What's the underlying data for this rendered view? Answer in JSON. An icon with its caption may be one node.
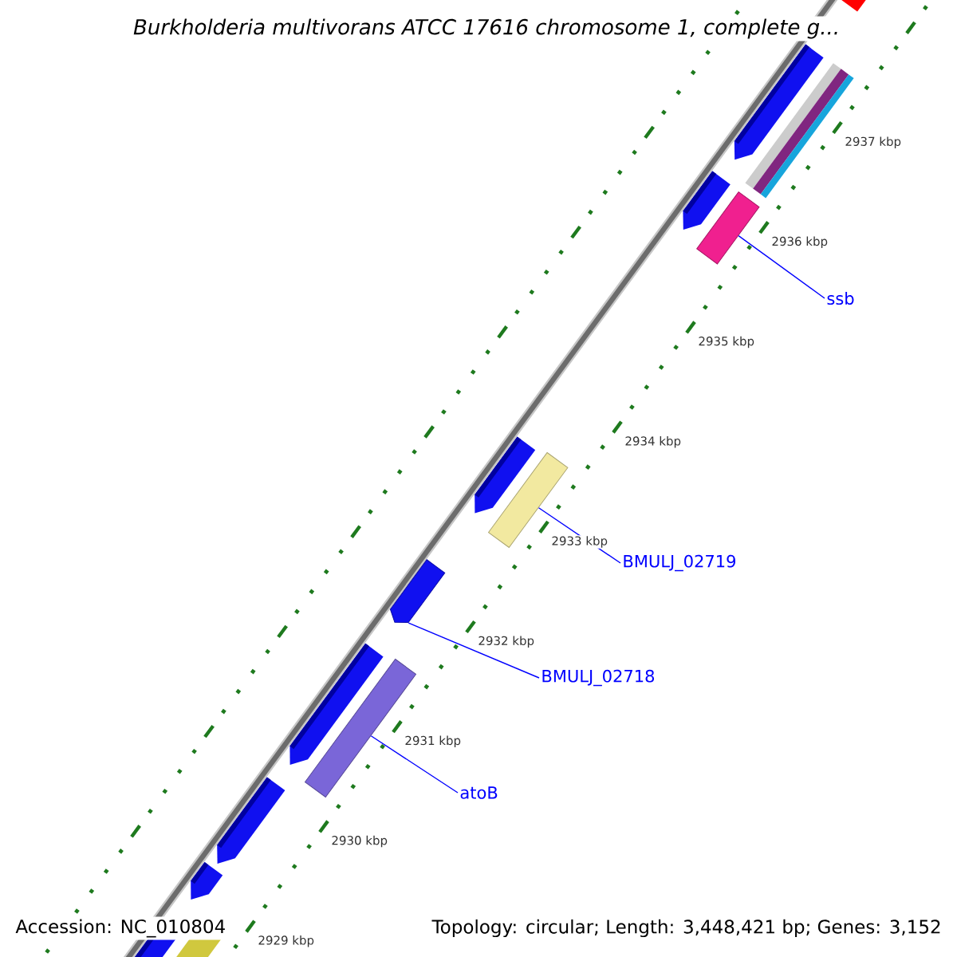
{
  "diagram": {
    "title": "Burkholderia multivorans ATCC 17616 chromosome 1, complete g...",
    "nodes": [
      {
        "text": [
          "ssb"
        ]
      },
      {
        "text": [
          "BMULJ_02719"
        ]
      },
      {
        "text": [
          "BMULJ_02718"
        ]
      },
      {
        "text": [
          "atoB"
        ]
      },
      {
        "text": [],
        "shape": "bar"
      },
      {
        "text": [],
        "shape": "bar"
      },
      {
        "text": [],
        "shape": "bar"
      },
      {
        "text": [],
        "shape": "bar"
      }
    ],
    "edges": [
      {
        "from": 0,
        "to": 4,
        "arrow": "none"
      },
      {
        "from": 1,
        "to": 5,
        "arrow": "none"
      },
      {
        "from": 2,
        "to": 6,
        "arrow": "none"
      },
      {
        "from": 3,
        "to": 7,
        "arrow": "none"
      }
    ],
    "labels": [
      "2937 kbp",
      "2936 kbp",
      "2935 kbp",
      "2934 kbp",
      "2933 kbp",
      "2932 kbp",
      "2931 kbp",
      "2930 kbp",
      "2929 kbp",
      "Accession: NC_010804",
      "Topology: circular; Length: 3,448,421 bp; Genes: 3,152"
    ]
  }
}
